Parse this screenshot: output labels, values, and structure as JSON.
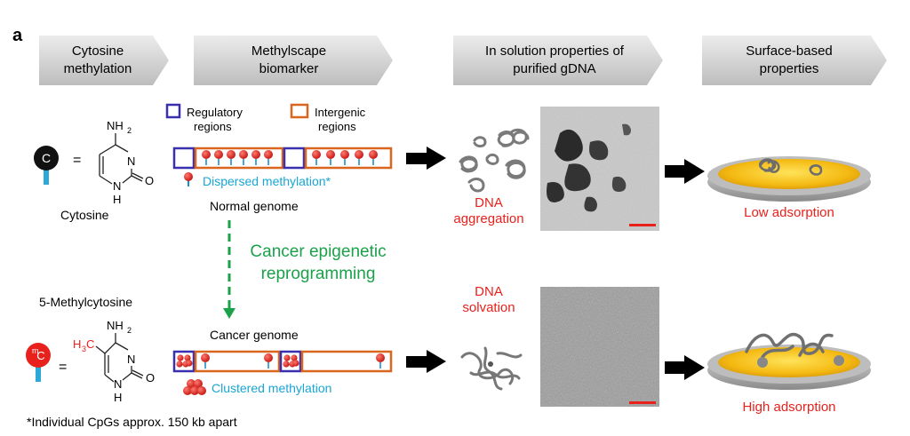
{
  "panel_label": "a",
  "headers": [
    {
      "line1": "Cytosine",
      "line2": "methylation"
    },
    {
      "line1": "Methylscape",
      "line2": "biomarker"
    },
    {
      "line1": "In solution properties of",
      "line2": "purified gDNA"
    },
    {
      "line1": "Surface-based",
      "line2": "properties"
    }
  ],
  "legend": {
    "regulatory": {
      "line1": "Regulatory",
      "line2": "regions"
    },
    "intergenic": {
      "line1": "Intergenic",
      "line2": "regions"
    }
  },
  "cytosine": {
    "symbol": "C",
    "equals": "=",
    "amine": "NH",
    "amine_sub": "2",
    "n3": "N",
    "n1": "N",
    "h": "H",
    "o": "O",
    "name": "Cytosine"
  },
  "methylcytosine": {
    "symbol_sup": "m",
    "symbol": "C",
    "equals": "=",
    "name": "5-Methylcytosine",
    "methyl": "H",
    "methyl_sub": "3",
    "methyl_c": "C",
    "amine": "NH",
    "amine_sub": "2",
    "n3": "N",
    "n1": "N",
    "h": "H",
    "o": "O"
  },
  "normal": {
    "methylation_label": "Dispersed methylation*",
    "genome_label": "Normal genome"
  },
  "reprogramming": {
    "line1": "Cancer epigenetic",
    "line2": "reprogramming"
  },
  "cancer": {
    "genome_label": "Cancer genome",
    "methylation_label": "Clustered methylation"
  },
  "solution": {
    "aggregation": {
      "line1": "DNA",
      "line2": "aggregation"
    },
    "solvation": {
      "line1": "DNA",
      "line2": "solvation"
    }
  },
  "surface": {
    "low": "Low adsorption",
    "high": "High adsorption"
  },
  "footnote": "*Individual CpGs approx. 150 kb apart",
  "colors": {
    "red": "#e8211c",
    "cyan": "#19a6d6",
    "green": "#1aa14a",
    "blue_box": "#3a2fae",
    "orange_box": "#d9651f",
    "gold": "#f4b912"
  }
}
